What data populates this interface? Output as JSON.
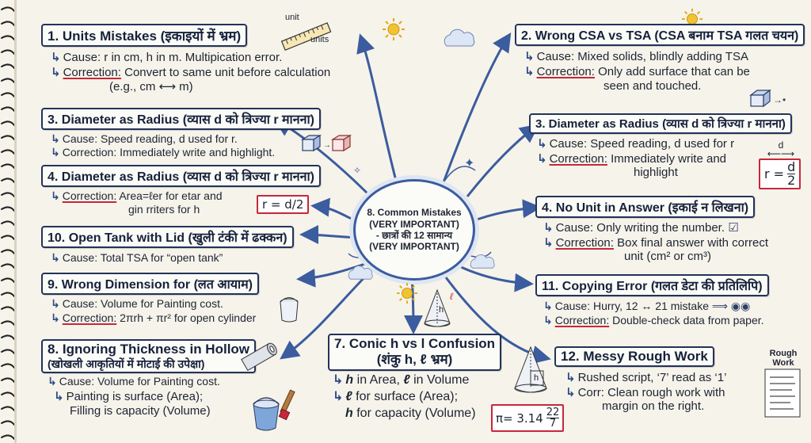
{
  "center": {
    "line1": "8. Common Mistakes",
    "line2": "(VERY IMPORTANT)",
    "line3": "- छात्रों की 12 सामान्य",
    "line4": "(VERY IMPORTANT)"
  },
  "left": [
    {
      "title": "1. Units Mistakes (इकाइयों में भ्रम)",
      "cause_key": "Cause:",
      "cause_text": "r in cm, h in m. Multipication error.",
      "corr_key": "Correction:",
      "corr_text": "Convert to same unit before calculation",
      "corr_text2": "(e.g., cm ⟷ m)"
    },
    {
      "title": "3. Diameter as Radius (व्यास d को त्रिज्या r मानना)",
      "cause_key": "Cause:",
      "cause_text": "Speed reading, d used for r.",
      "corr_key": "Correction:",
      "corr_text": "Immediately write and highlight."
    },
    {
      "title": "4. Diameter as Radius (व्यास d को त्रिज्या r मानना)",
      "corr_key": "Correction:",
      "corr_text": "Area=ℓer for etar and",
      "corr_text2": "gin rriters for h",
      "formula": "r = d/2"
    },
    {
      "title": "10. Open Tank with Lid (खुली टंकी में ढक्कन)",
      "cause_key": "Cause:",
      "cause_text": "Total TSA for “open tank”"
    },
    {
      "title": "9. Wrong Dimension for (लत आयाम)",
      "cause_key": "Cause:",
      "cause_text": "Volume for Painting cost.",
      "corr_key": "Correction:",
      "corr_text": "2πrh + πr² for open cylinder"
    },
    {
      "title": "8. Ignoring Thickness in Hollow",
      "title2": "(खोखली आकृतियों में मोटाई की उपेक्षा)",
      "cause_key": "Cause:",
      "cause_text": "Volume for Painting cost.",
      "line3": "Painting is surface (Area);",
      "line4": "Filling is capacity (Volume)"
    }
  ],
  "right": [
    {
      "title": "2. Wrong CSA vs TSA (CSA बनाम TSA गलत चयन)",
      "cause_key": "Cause:",
      "cause_text": "Mixed solids, blindly adding TSA",
      "corr_key": "Correction:",
      "corr_text": "Only add surface that can be",
      "corr_text2": "seen and touched."
    },
    {
      "title": "3. Diameter as Radius (व्यास d को त्रिज्या r मानना)",
      "cause_key": "Cause:",
      "cause_text": "Speed reading, d used for r",
      "corr_key": "Correction:",
      "corr_text": "Immediately write and",
      "corr_text2": "highlight",
      "formula_top": "r =",
      "formula_num": "d",
      "formula_den": "2",
      "dim_label": "d"
    },
    {
      "title": "4. No Unit in Answer (इकाई न लिखना)",
      "cause_key": "Cause:",
      "cause_text": "Only writing the number.",
      "corr_key": "Correction:",
      "corr_text": "Box final answer with correct",
      "corr_text2": "unit (cm² or cm³)"
    },
    {
      "title": "11. Copying Error (गलत डेटा की प्रतिलिपि)",
      "cause_key": "Cause:",
      "cause_text": "Hurry, 12 ↔ 21 mistake",
      "corr_key": "Correction:",
      "corr_text": "Double-check data from paper."
    },
    {
      "title": "12. Messy Rough Work",
      "line1": "Rushed script, ‘7’ read as ‘1’",
      "corr_key": "Corr:",
      "corr_text": "Clean rough work with",
      "corr_text2": "margin on the right.",
      "doc_label1": "Rough",
      "doc_label2": "Work"
    }
  ],
  "bottom": {
    "title": "7. Conic h vs l Confusion",
    "title2": "(शंकु h, ℓ भ्रम)",
    "line1a": "h",
    "line1b": "in Area,",
    "line1c": "ℓ",
    "line1d": "in Volume",
    "line2a": "ℓ",
    "line2b": "for surface (Area);",
    "line3a": "h",
    "line3b": "for capacity (Volume)",
    "pi_text": "π= 3.14",
    "pi_num": "22",
    "pi_den": "7",
    "cone_h": "h",
    "cone_l": "ℓ"
  },
  "ruler": {
    "unit_top": "unit",
    "unit_bottom": "units"
  },
  "colors": {
    "title_border": "#23335a",
    "arrow": "#3b5c9e",
    "underline": "#c6283a",
    "sun": "#f2c230"
  }
}
